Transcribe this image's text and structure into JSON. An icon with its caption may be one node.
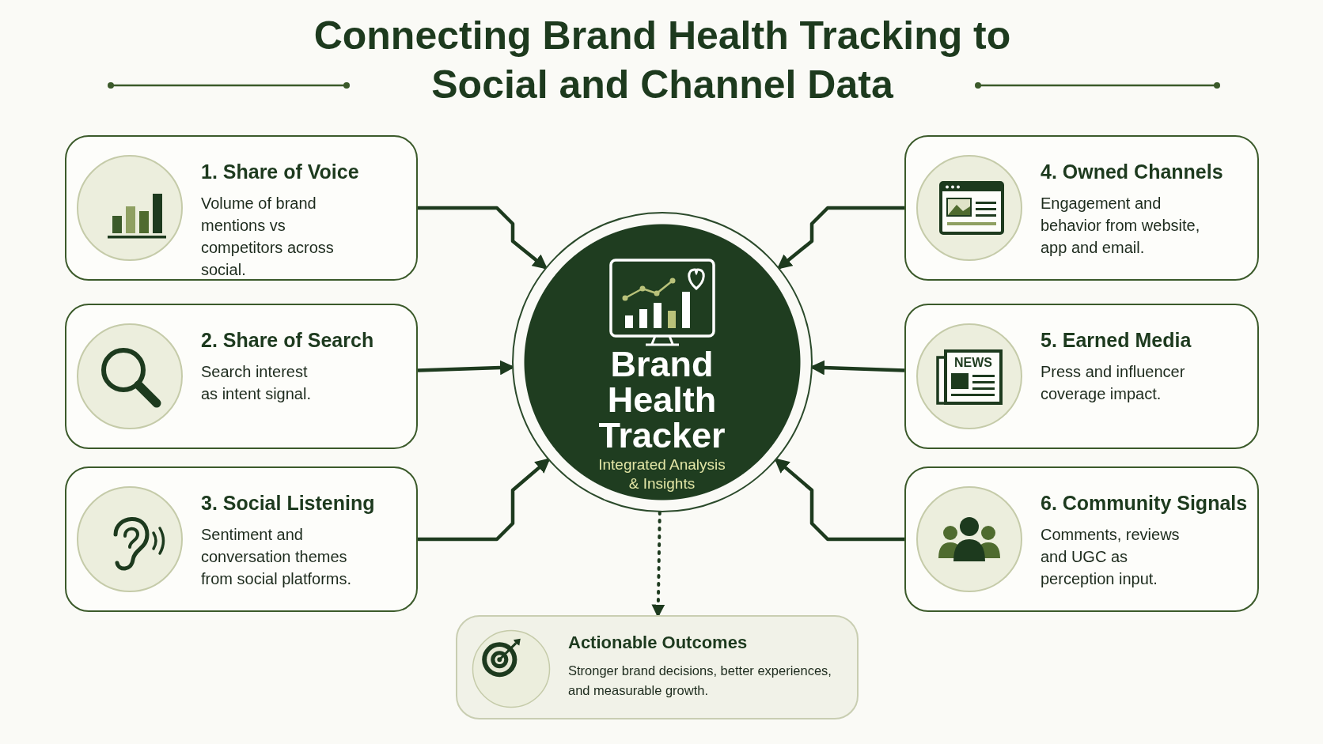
{
  "diagram": {
    "title": "Connecting Brand Health Tracking to Social and Channel Data",
    "nodes": [
      {
        "text": [
          "1. Share of Voice",
          "Volume of brand mentions vs competitors across social."
        ]
      },
      {
        "text": [
          "2. Share of Search",
          "Search interest as intent signal."
        ]
      },
      {
        "text": [
          "3. Social Listening",
          "Sentiment and conversation themes from social platforms."
        ]
      },
      {
        "text": [
          "4. Owned Channels",
          "Engagement and behavior from website, app and email."
        ]
      },
      {
        "text": [
          "5. Earned Media",
          "Press and influencer coverage impact."
        ]
      },
      {
        "text": [
          "6. Community Signals",
          "Comments, reviews and UGC as perception input."
        ]
      },
      {
        "text": [
          "Brand Health Tracker",
          "Integrated Analysis & Insights"
        ]
      },
      {
        "text": [
          "Actionable Outcomes",
          "Stronger brand decisions, better experiences, and measurable growth."
        ]
      }
    ],
    "edges": [
      {
        "from": 0,
        "to": 6,
        "arrow": "to"
      },
      {
        "from": 1,
        "to": 6,
        "arrow": "to"
      },
      {
        "from": 2,
        "to": 6,
        "arrow": "to"
      },
      {
        "from": 3,
        "to": 6,
        "arrow": "to"
      },
      {
        "from": 4,
        "to": 6,
        "arrow": "to"
      },
      {
        "from": 5,
        "to": 6,
        "arrow": "to"
      },
      {
        "from": 6,
        "to": 7,
        "arrow": "to",
        "style": "dashed"
      }
    ],
    "labels": [
      "NEWS"
    ]
  }
}
